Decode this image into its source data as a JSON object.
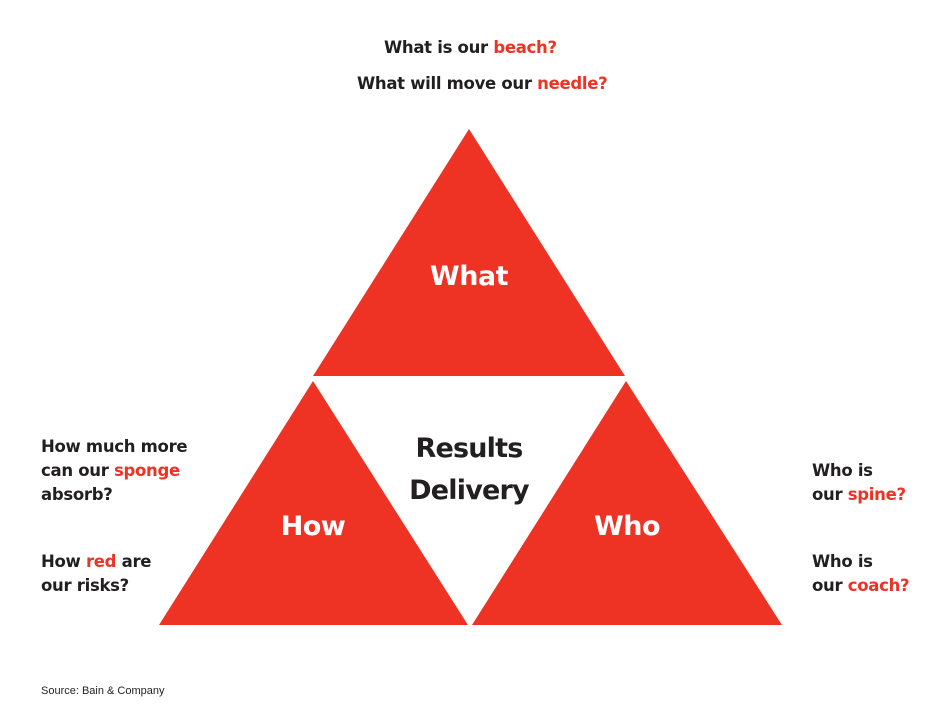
{
  "colors": {
    "accent": "#ee3224",
    "text": "#231f20",
    "background": "#ffffff"
  },
  "top_questions": [
    {
      "prefix": "What is our ",
      "highlight": "beach?"
    },
    {
      "prefix": "What will move our ",
      "highlight": "needle?"
    }
  ],
  "triangles": {
    "top": {
      "label": "What"
    },
    "left": {
      "label": "How"
    },
    "right": {
      "label": "Who"
    },
    "center": {
      "line1": "Results",
      "line2": "Delivery"
    }
  },
  "left_questions": [
    {
      "line1": "How much more",
      "line2_prefix": "can our ",
      "line2_highlight": "sponge",
      "line3": "absorb?"
    },
    {
      "line1_prefix": "How ",
      "line1_highlight": "red",
      "line1_suffix": " are",
      "line2": "our risks?"
    }
  ],
  "right_questions": [
    {
      "line1": "Who is",
      "line2_prefix": "our ",
      "line2_highlight": "spine?"
    },
    {
      "line1": "Who is",
      "line2_prefix": "our ",
      "line2_highlight": "coach?"
    }
  ],
  "source": "Source: Bain & Company"
}
